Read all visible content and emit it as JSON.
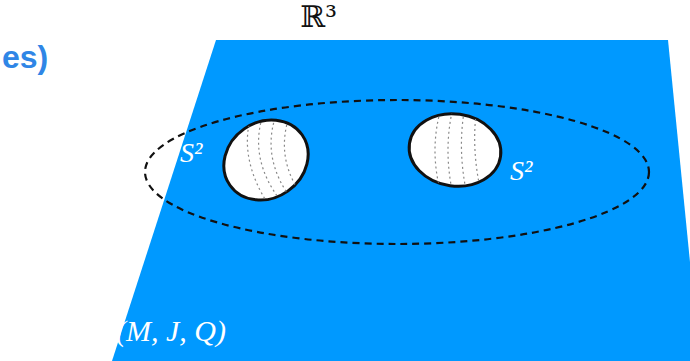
{
  "diagram": {
    "labels": [
      "es)",
      "ℝ³",
      "S²",
      "S²",
      "(M, J, Q)"
    ]
  }
}
